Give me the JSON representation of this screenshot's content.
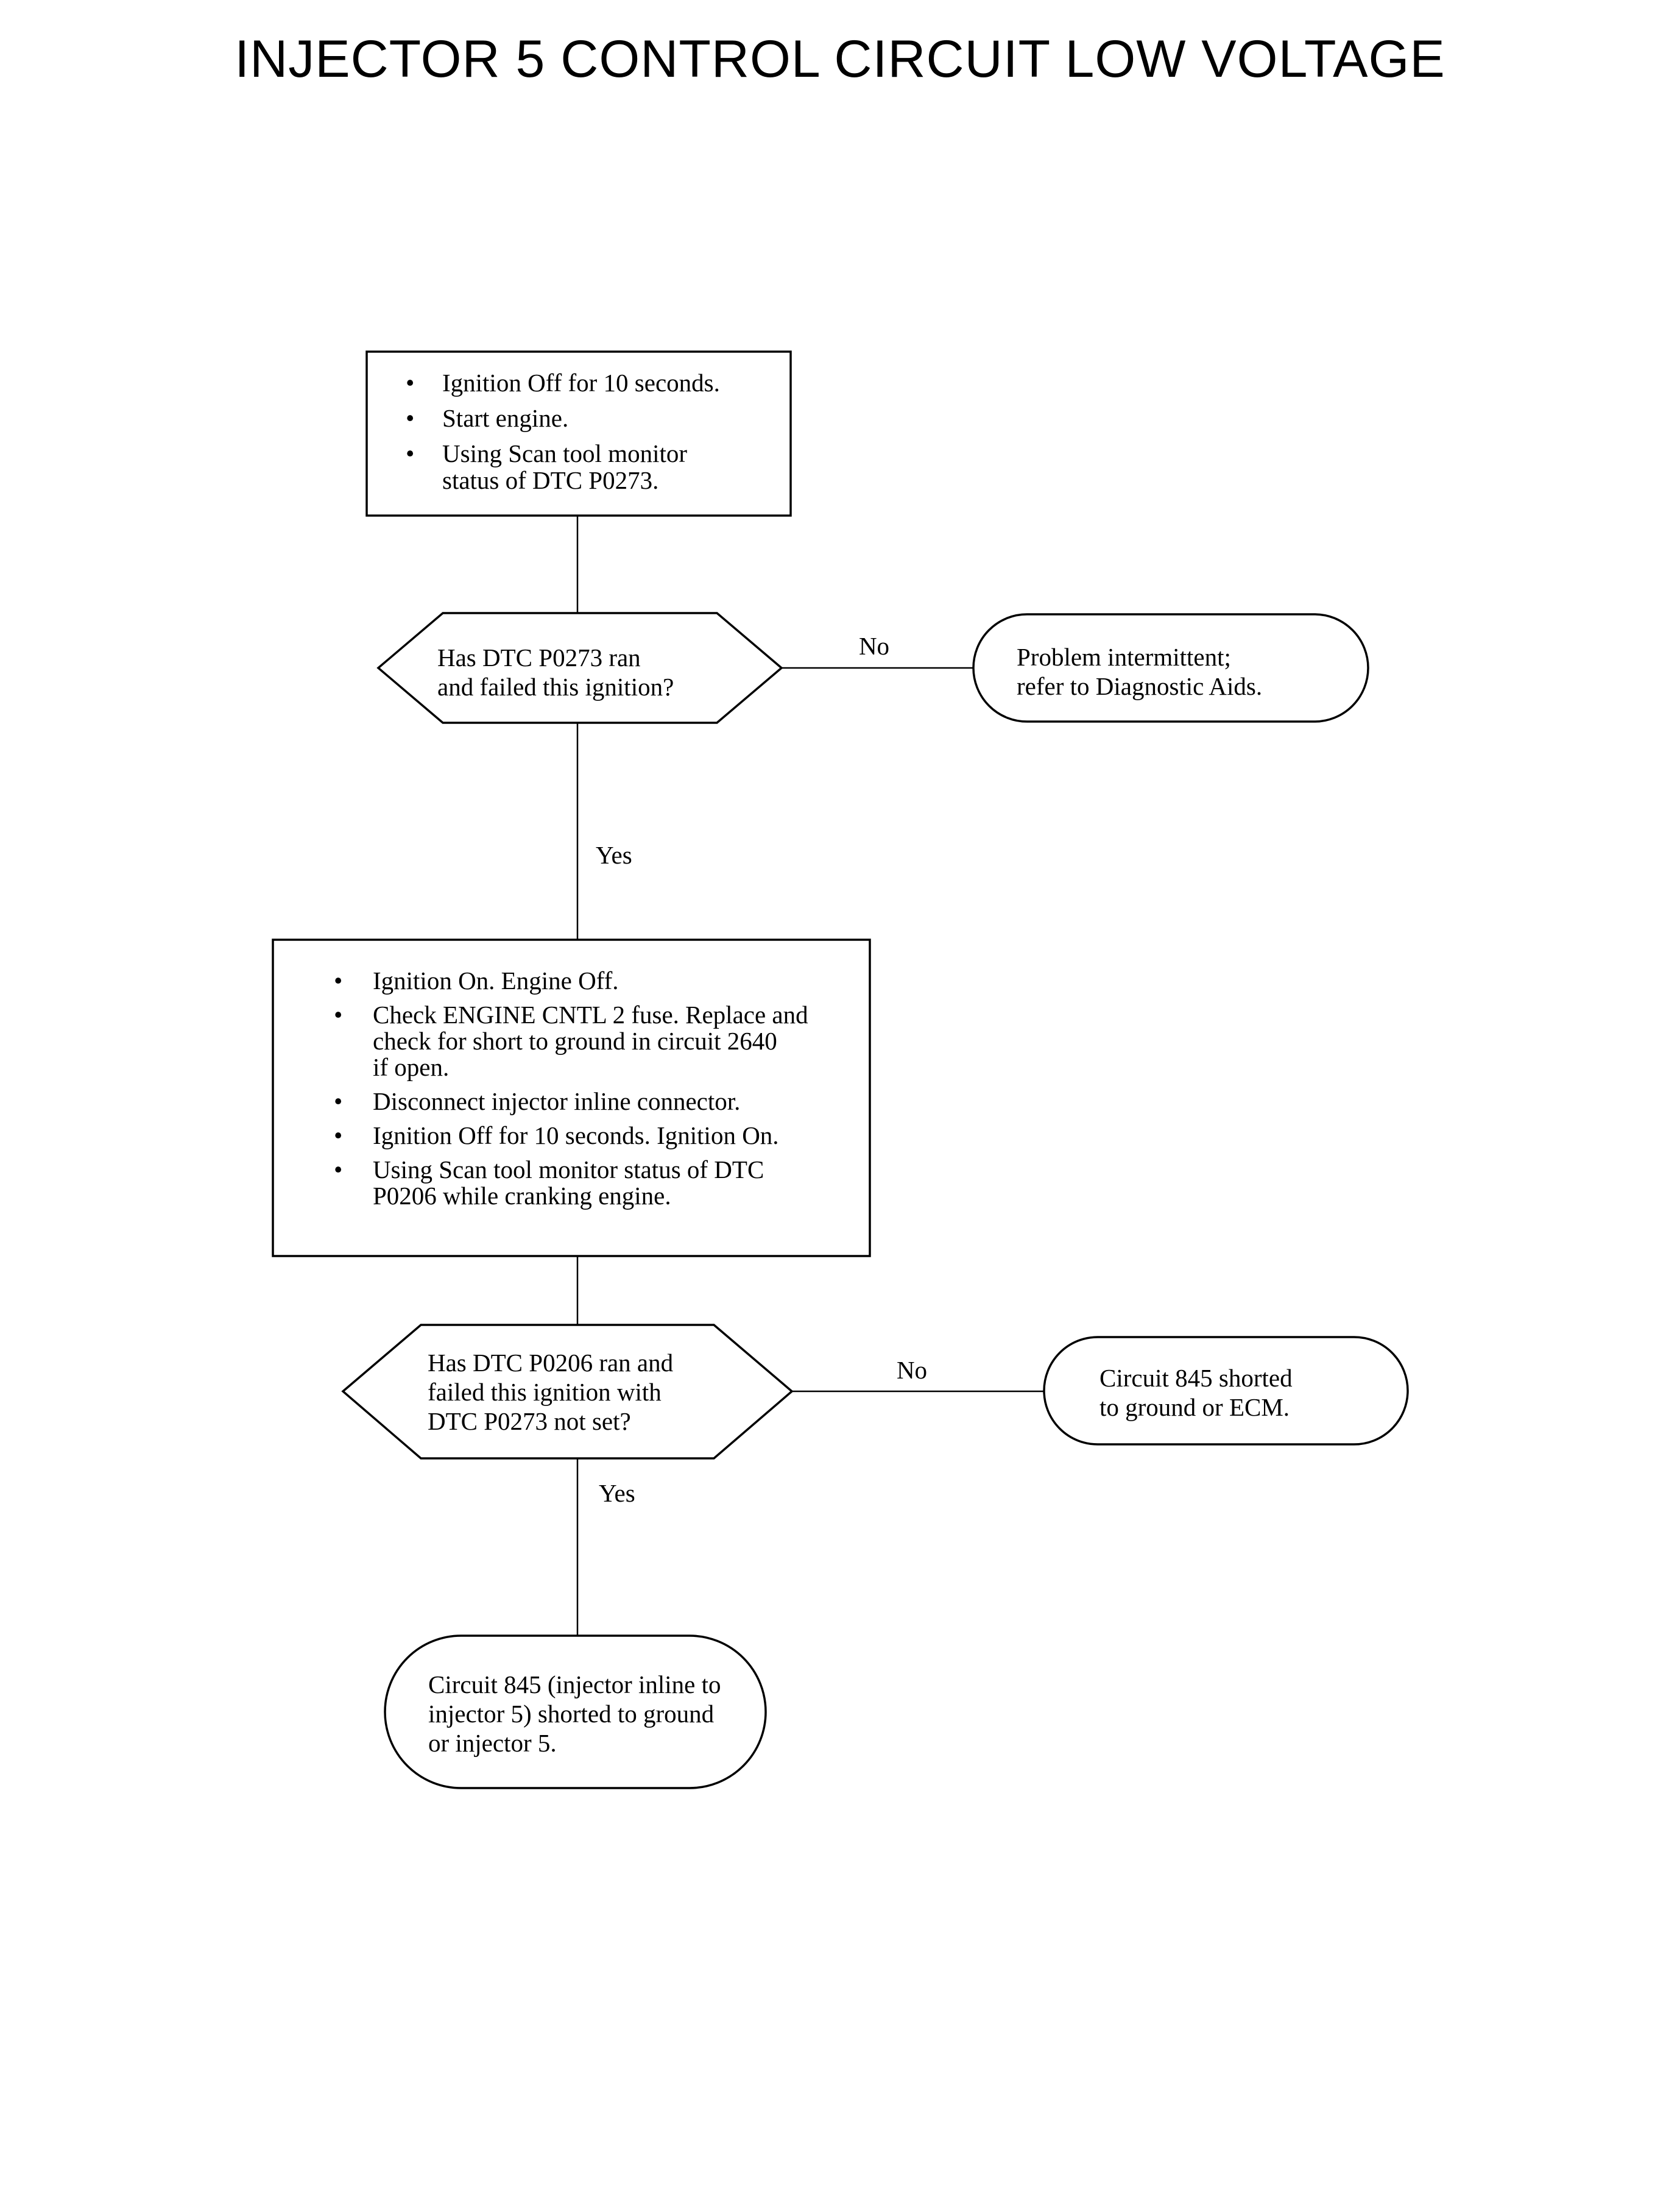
{
  "title": "INJECTOR 5 CONTROL CIRCUIT LOW VOLTAGE",
  "nodes": {
    "step1": {
      "items": [
        [
          "Ignition Off for 10 seconds."
        ],
        [
          "Start engine."
        ],
        [
          "Using Scan tool monitor",
          "status of DTC P0273."
        ]
      ]
    },
    "decision1": {
      "lines": [
        "Has DTC P0273 ran",
        "and failed this ignition?"
      ]
    },
    "result1": {
      "lines": [
        "Problem intermittent;",
        "refer to Diagnostic Aids."
      ]
    },
    "step2": {
      "items": [
        [
          "Ignition On. Engine Off."
        ],
        [
          "Check ENGINE CNTL 2 fuse. Replace and",
          "check for short to ground in circuit 2640",
          "if open."
        ],
        [
          "Disconnect injector inline connector."
        ],
        [
          "Ignition Off for 10 seconds. Ignition On."
        ],
        [
          "Using Scan tool monitor status of DTC",
          "P0206 while cranking engine."
        ]
      ]
    },
    "decision2": {
      "lines": [
        "Has DTC P0206 ran and",
        "failed this ignition with",
        "DTC P0273 not set?"
      ]
    },
    "result2": {
      "lines": [
        "Circuit 845 shorted",
        "to ground or ECM."
      ]
    },
    "result3": {
      "lines": [
        "Circuit 845 (injector inline to",
        "injector 5) shorted to ground",
        "or injector 5."
      ]
    }
  },
  "edges": {
    "d1_no": "No",
    "d1_yes": "Yes",
    "d2_no": "No",
    "d2_yes": "Yes"
  }
}
